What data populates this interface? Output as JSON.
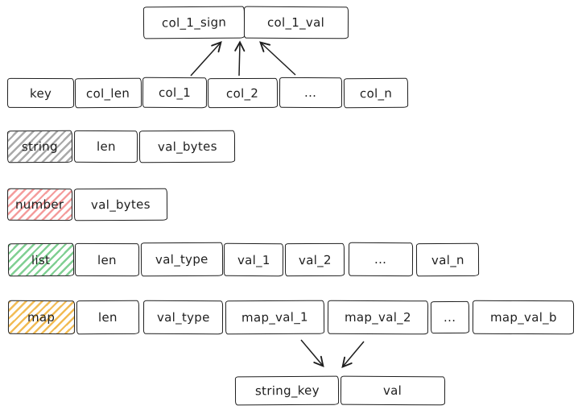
{
  "colors": {
    "stroke": "#1e1e1e",
    "string_hatch": "#a9a9a9",
    "number_hatch": "#f49c9c",
    "list_hatch": "#7fcf92",
    "map_hatch": "#f2bc55",
    "background": "#ffffff"
  },
  "rows": {
    "col_detail": {
      "cells": [
        "col_1_sign",
        "col_1_val"
      ]
    },
    "record": {
      "cells": [
        "key",
        "col_len",
        "col_1",
        "col_2",
        "...",
        "col_n"
      ]
    },
    "string": {
      "type_label": "string",
      "cells": [
        "len",
        "val_bytes"
      ]
    },
    "number": {
      "type_label": "number",
      "cells": [
        "val_bytes"
      ]
    },
    "list": {
      "type_label": "list",
      "cells": [
        "len",
        "val_type",
        "val_1",
        "val_2",
        "...",
        "val_n"
      ]
    },
    "map": {
      "type_label": "map",
      "cells": [
        "len",
        "val_type",
        "map_val_1",
        "map_val_2",
        "...",
        "map_val_b"
      ]
    },
    "map_entry": {
      "cells": [
        "string_key",
        "val"
      ]
    }
  }
}
